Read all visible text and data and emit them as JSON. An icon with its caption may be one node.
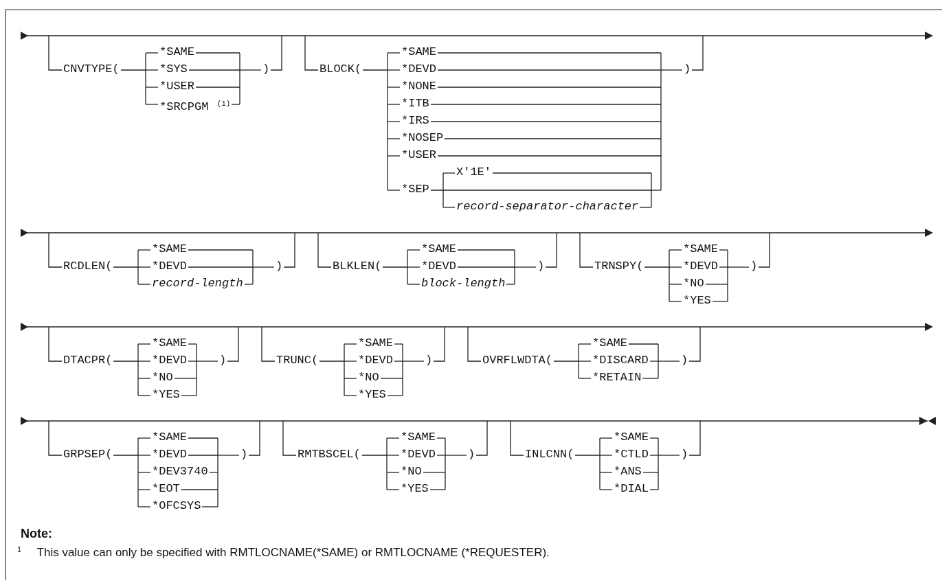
{
  "diagram": {
    "labels": [
      "CNVTYPE(",
      "*SAME",
      "*SYS",
      "*USER",
      "*SRCPGM $^{(1)}$",
      ")",
      "BLOCK(",
      "*SAME",
      "*DEVD",
      "*NONE",
      "*ITB",
      "*IRS",
      "*NOSEP",
      "*USER",
      "*SEP",
      "X'1E'",
      "record-separator-character",
      ")",
      "RCDLEN(",
      "*SAME",
      "*DEVD",
      "record-length",
      ")",
      "BLKLEN(",
      "*SAME",
      "*DEVD",
      "block-length",
      ")",
      "TRNSPY(",
      "*SAME",
      "*DEVD",
      "*NO",
      "*YES",
      ")",
      "DTACPR(",
      "*SAME",
      "*DEVD",
      "*NO",
      "*YES",
      ")",
      "TRUNC(",
      "*SAME",
      "*DEVD",
      "*NO",
      "*YES",
      ")",
      "OVRFLWDTA(",
      "*SAME",
      "*DISCARD",
      "*RETAIN",
      ")",
      "GRPSEP(",
      "*SAME",
      "*DEVD",
      "*DEV3740",
      "*EOT",
      "*OFCSYS",
      ")",
      "RMTBSCEL(",
      "*SAME",
      "*DEVD",
      "*NO",
      "*YES",
      ")",
      "INLCNN(",
      "*SAME",
      "*CTLD",
      "*ANS",
      "*DIAL",
      ")",
      "Note:",
      "$^{1}$ This value can only be specified with RMTLOCNAME(*SAME) or RMTLOCNAME (*REQUESTER)."
    ]
  }
}
